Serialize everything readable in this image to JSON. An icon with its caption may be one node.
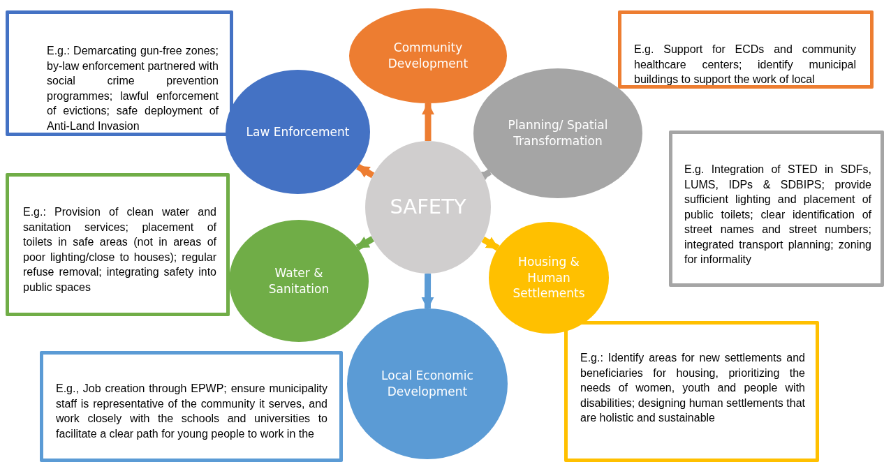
{
  "diagram": {
    "nodes": [
      {
        "text": [
          "SAFETY"
        ]
      },
      {
        "text": [
          "Community Development"
        ]
      },
      {
        "text": [
          "Planning/ Spatial Transformation"
        ]
      },
      {
        "text": [
          "Housing & Human Settlements"
        ]
      },
      {
        "text": [
          "Local Economic Development"
        ]
      },
      {
        "text": [
          "Water & Sanitation"
        ]
      },
      {
        "text": [
          "Law Enforcement"
        ]
      },
      {
        "text": [
          "E.g.: Demarcating gun-free zones; by-law enforcement partnered with social crime prevention programmes; lawful enforcement of evictions; safe deployment of Anti-Land Invasion"
        ]
      },
      {
        "text": [
          "E.g. Support for ECDs and community healthcare centers; identify municipal buildings to support the work of local"
        ]
      },
      {
        "text": [
          "E.g. Integration of STED in SDFs, LUMS, IDPs & SDBIPS; provide sufficient lighting and placement of public toilets; clear identification of street names and street numbers; integrated transport planning; zoning for informality"
        ]
      },
      {
        "text": [
          "E.g.: Provision of clean water and sanitation services; placement of toilets in safe areas (not in areas of poor lighting/close to houses); regular refuse removal; integrating safety into public spaces"
        ]
      },
      {
        "text": [
          "E.g.: Identify areas for new settlements and beneficiaries for housing, prioritizing the needs of women, youth and people with disabilities; designing human settlements that are holistic and sustainable"
        ]
      },
      {
        "text": [
          "E.g., Job creation through EPWP; ensure municipality staff is representative of the community it serves, and work closely with the schools and universities to facilitate a clear path for young people to work in the"
        ]
      }
    ],
    "edges": [
      {
        "from": 0,
        "to": 1,
        "arrow": "to",
        "color": "#ed7d31"
      },
      {
        "from": 0,
        "to": 2,
        "arrow": "to",
        "color": "#a5a5a5"
      },
      {
        "from": 0,
        "to": 3,
        "arrow": "to",
        "color": "#ffc000"
      },
      {
        "from": 0,
        "to": 4,
        "arrow": "to",
        "color": "#5b9bd5"
      },
      {
        "from": 0,
        "to": 5,
        "arrow": "to",
        "color": "#70ad47"
      },
      {
        "from": 0,
        "to": 6,
        "arrow": "to",
        "color": "#ed7d31"
      }
    ]
  }
}
